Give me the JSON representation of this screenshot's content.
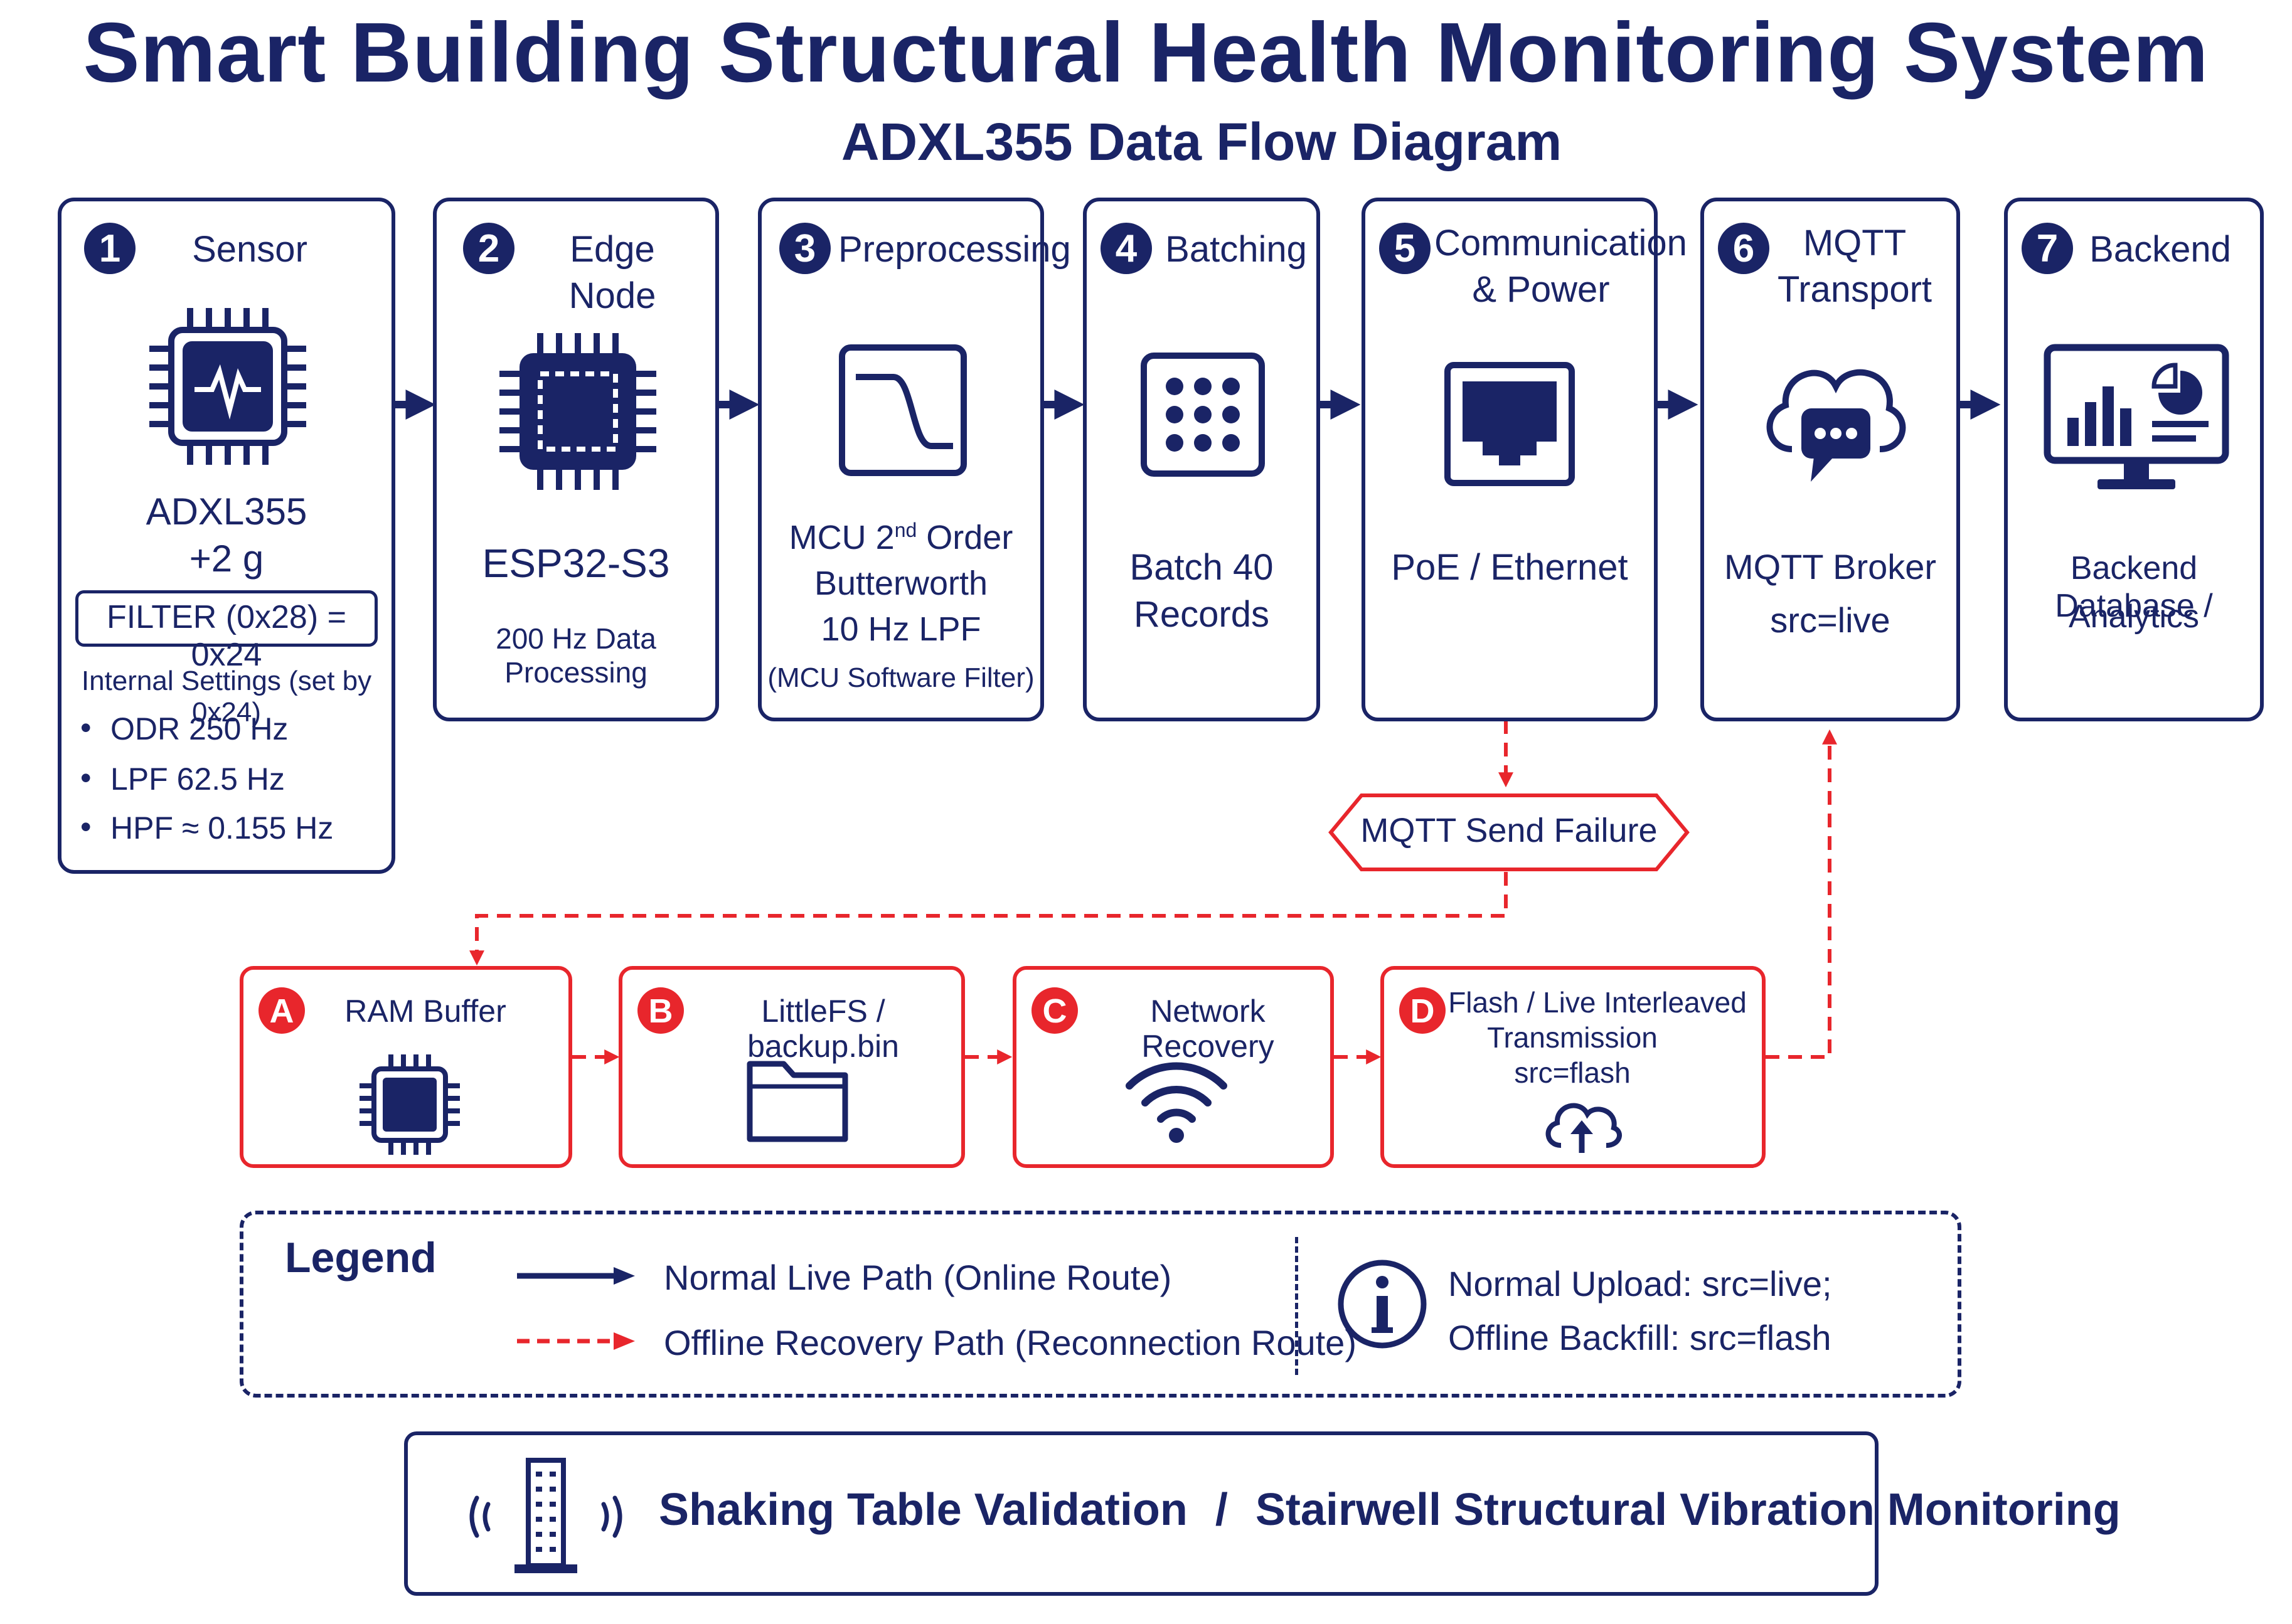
{
  "title": "Smart Building Structural Health Monitoring System",
  "subtitle": "ADXL355 Data Flow Diagram",
  "stages": [
    {
      "num": "1",
      "title": "Sensor",
      "main": "ADXL355",
      "main2": "+2 g",
      "filter": "FILTER (0x28) = 0x24",
      "settings_title": "Internal Settings (set by 0x24)",
      "settings": [
        "ODR 250 Hz",
        "LPF 62.5 Hz",
        "HPF ≈ 0.155 Hz"
      ],
      "icon": "chip-waveform-icon"
    },
    {
      "num": "2",
      "title": "Edge Node",
      "main": "ESP32-S3",
      "sub": "200 Hz Data Processing",
      "icon": "microcontroller-icon"
    },
    {
      "num": "3",
      "title": "Preprocessing",
      "line1": "MCU 2",
      "sup": "nd",
      "line1b": " Order",
      "line2": "Butterworth",
      "line3": "10 Hz LPF",
      "sub": "(MCU Software Filter)",
      "icon": "filter-curve-icon"
    },
    {
      "num": "4",
      "title": "Batching",
      "line1": "Batch 40",
      "line2": "Records",
      "icon": "dot-grid-icon"
    },
    {
      "num": "5",
      "title_line1": "Communication",
      "title_line2": "& Power",
      "main": "PoE / Ethernet",
      "icon": "ethernet-port-icon"
    },
    {
      "num": "6",
      "title_line1": "MQTT",
      "title_line2": "Transport",
      "line1": "MQTT Broker",
      "line2": "src=live",
      "icon": "cloud-chat-icon"
    },
    {
      "num": "7",
      "title": "Backend",
      "line1": "Backend Database /",
      "line2": "Analytics",
      "icon": "monitor-chart-icon"
    }
  ],
  "failure_label": "MQTT Send Failure",
  "recovery": [
    {
      "letter": "A",
      "title": "RAM Buffer",
      "icon": "memory-chip-icon"
    },
    {
      "letter": "B",
      "title": "LittleFS / backup.bin",
      "icon": "folder-icon"
    },
    {
      "letter": "C",
      "title": "Network Recovery",
      "icon": "wifi-icon"
    },
    {
      "letter": "D",
      "line1": "Flash / Live Interleaved",
      "line2": "Transmission",
      "line3": "src=flash",
      "icon": "cloud-upload-icon"
    }
  ],
  "legend": {
    "title": "Legend",
    "normal": "Normal Live Path (Online Route)",
    "offline": "Offline Recovery Path (Reconnection Route)",
    "note1": "Normal Upload: src=live;",
    "note2": "Offline Backfill: src=flash",
    "normal_color": "#1a2466",
    "offline_color": "#e8262c"
  },
  "footer": {
    "left": "Shaking Table Validation",
    "sep": "/",
    "right": "Stairwell Structural Vibration Monitoring",
    "icon": "vibrating-building-icon"
  }
}
